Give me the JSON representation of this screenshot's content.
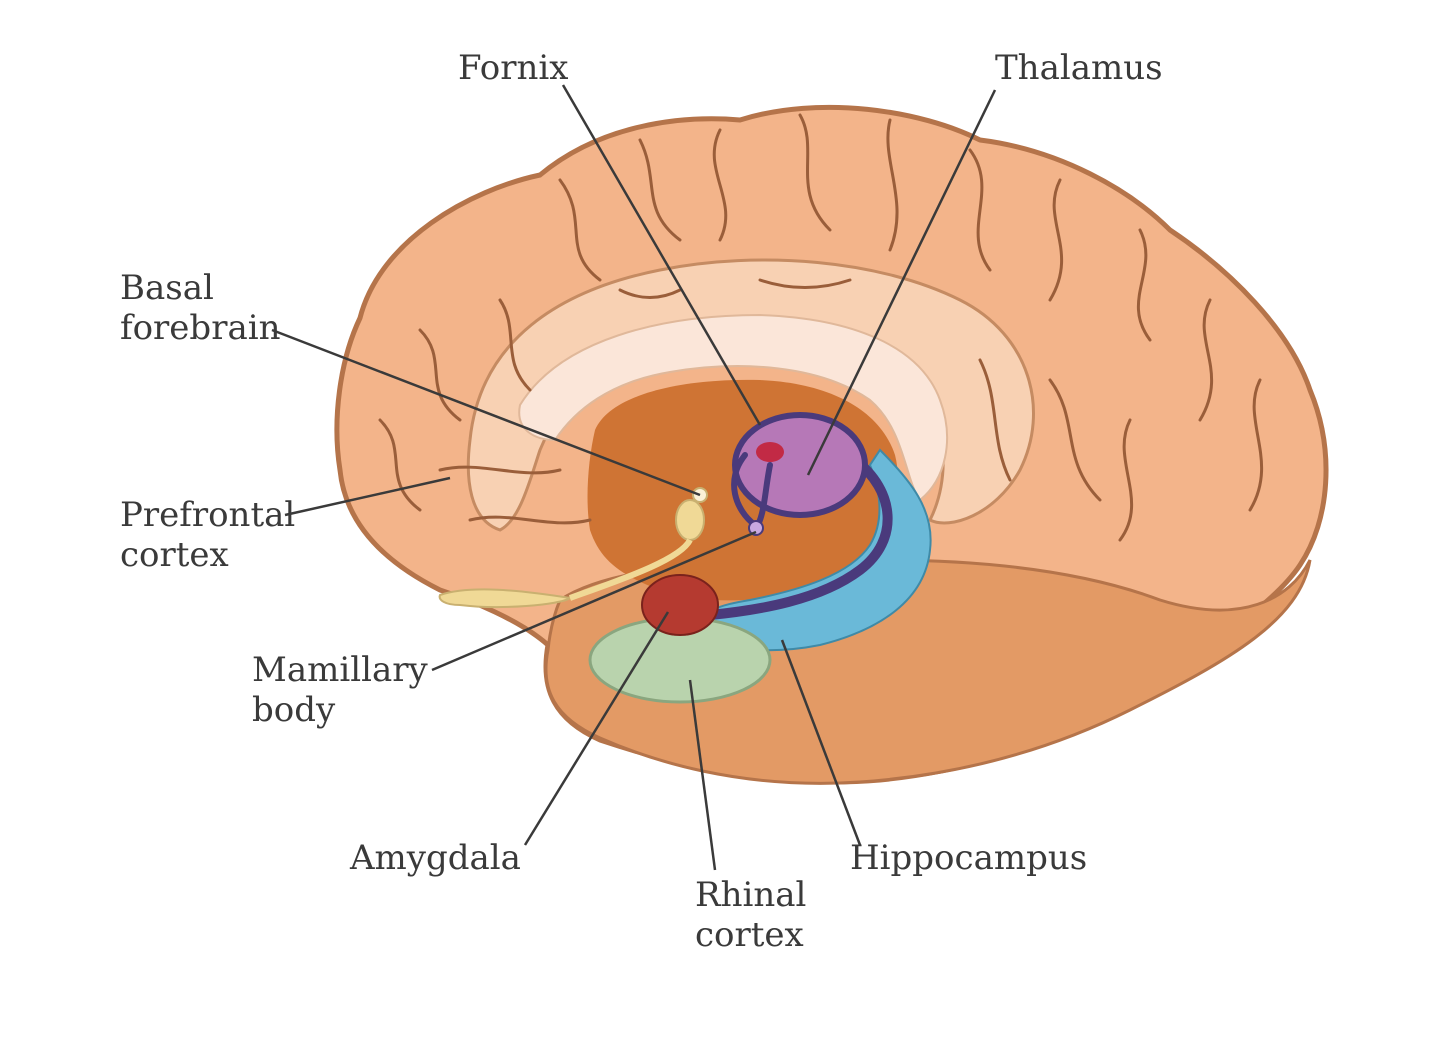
{
  "labels": {
    "fornix": "Fornix",
    "thalamus": "Thalamus",
    "basal_forebrain": [
      "Basal",
      "forebrain"
    ],
    "prefrontal_cortex": [
      "Prefrontal",
      "cortex"
    ],
    "mamillary_body": [
      "Mamillary",
      "body"
    ],
    "amygdala": "Amygdala",
    "rhinal_cortex": [
      "Rhinal",
      "cortex"
    ],
    "hippocampus": "Hippocampus"
  },
  "colors": {
    "cortex": "#f3b48a",
    "cortex_outline": "#b5744a",
    "sulcus": "#9a5e3a",
    "cingulate": "#f8d1b3",
    "corpus_callosum": "#fbe6d9",
    "diencephalon": "#cf7434",
    "thalamus": "#b678b7",
    "fornix": "#4a3a7c",
    "hippocampus": "#6ab9d8",
    "amygdala": "#b53a30",
    "rhinal_cortex": "#b9d3ad",
    "basal_forebrain": "#f0d996",
    "leader_line": "#3a3a3a"
  }
}
